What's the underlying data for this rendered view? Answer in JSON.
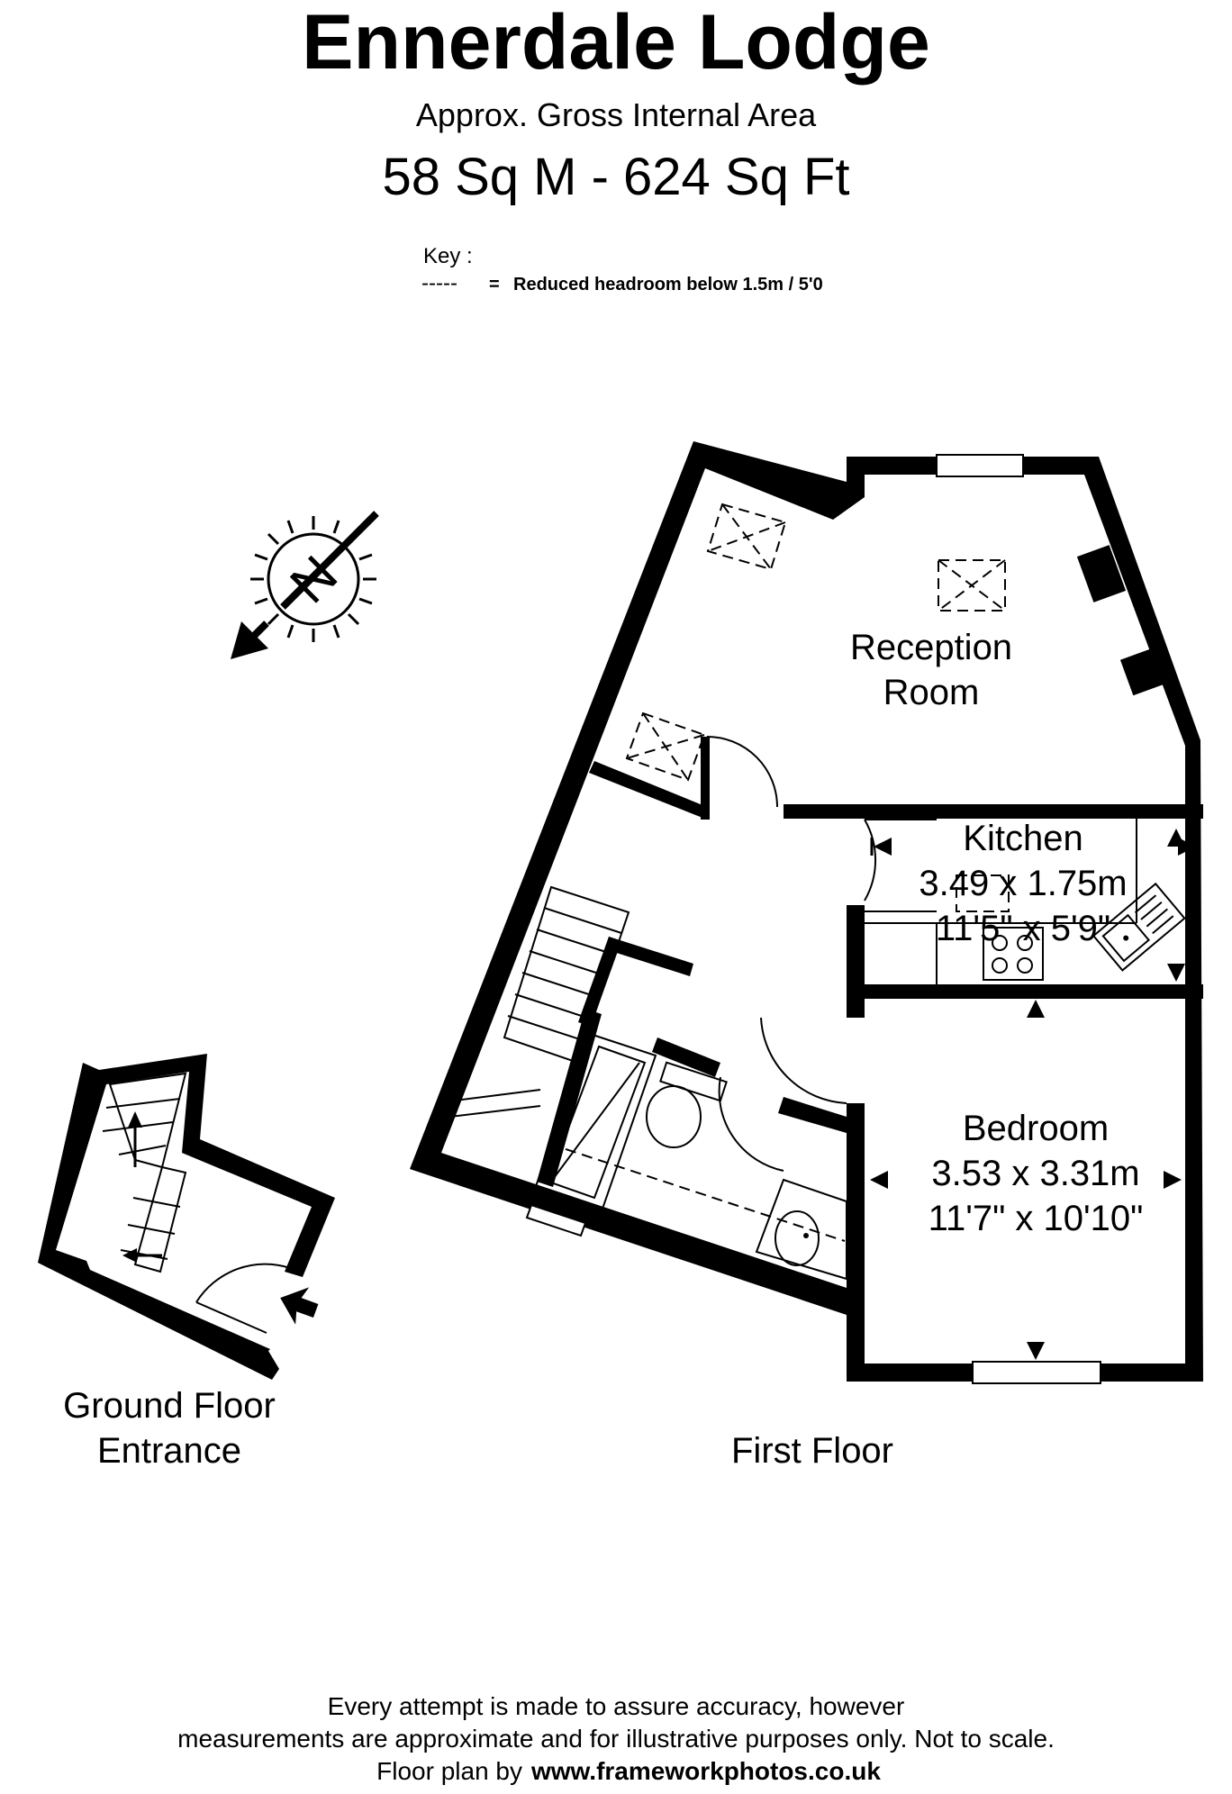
{
  "header": {
    "title": "Ennerdale Lodge",
    "subtitle": "Approx. Gross Internal Area",
    "area": "58 Sq M - 624 Sq Ft"
  },
  "key": {
    "label": "Key :",
    "symbol": "-----",
    "equals": "=",
    "description": "Reduced  headroom below 1.5m / 5'0"
  },
  "compass": {
    "letter": "N",
    "icon": "north-compass-icon"
  },
  "rooms": {
    "reception": {
      "line1": "Reception",
      "line2": "Room"
    },
    "kitchen": {
      "name": "Kitchen",
      "metric": "3.49 x 1.75m",
      "imperial": "11'5\" x 5'9\""
    },
    "bedroom": {
      "name": "Bedroom",
      "metric": "3.53 x 3.31m",
      "imperial": "11'7\" x 10'10\""
    }
  },
  "floors": {
    "ground": {
      "line1": "Ground Floor",
      "line2": "Entrance"
    },
    "first": {
      "label": "First Floor"
    }
  },
  "footer": {
    "line1": "Every attempt is made to assure accuracy, however",
    "line2": "measurements are approximate and for illustrative purposes only. Not to scale.",
    "line3_prefix": "Floor plan by",
    "line3_link": "www.frameworkphotos.co.uk"
  }
}
